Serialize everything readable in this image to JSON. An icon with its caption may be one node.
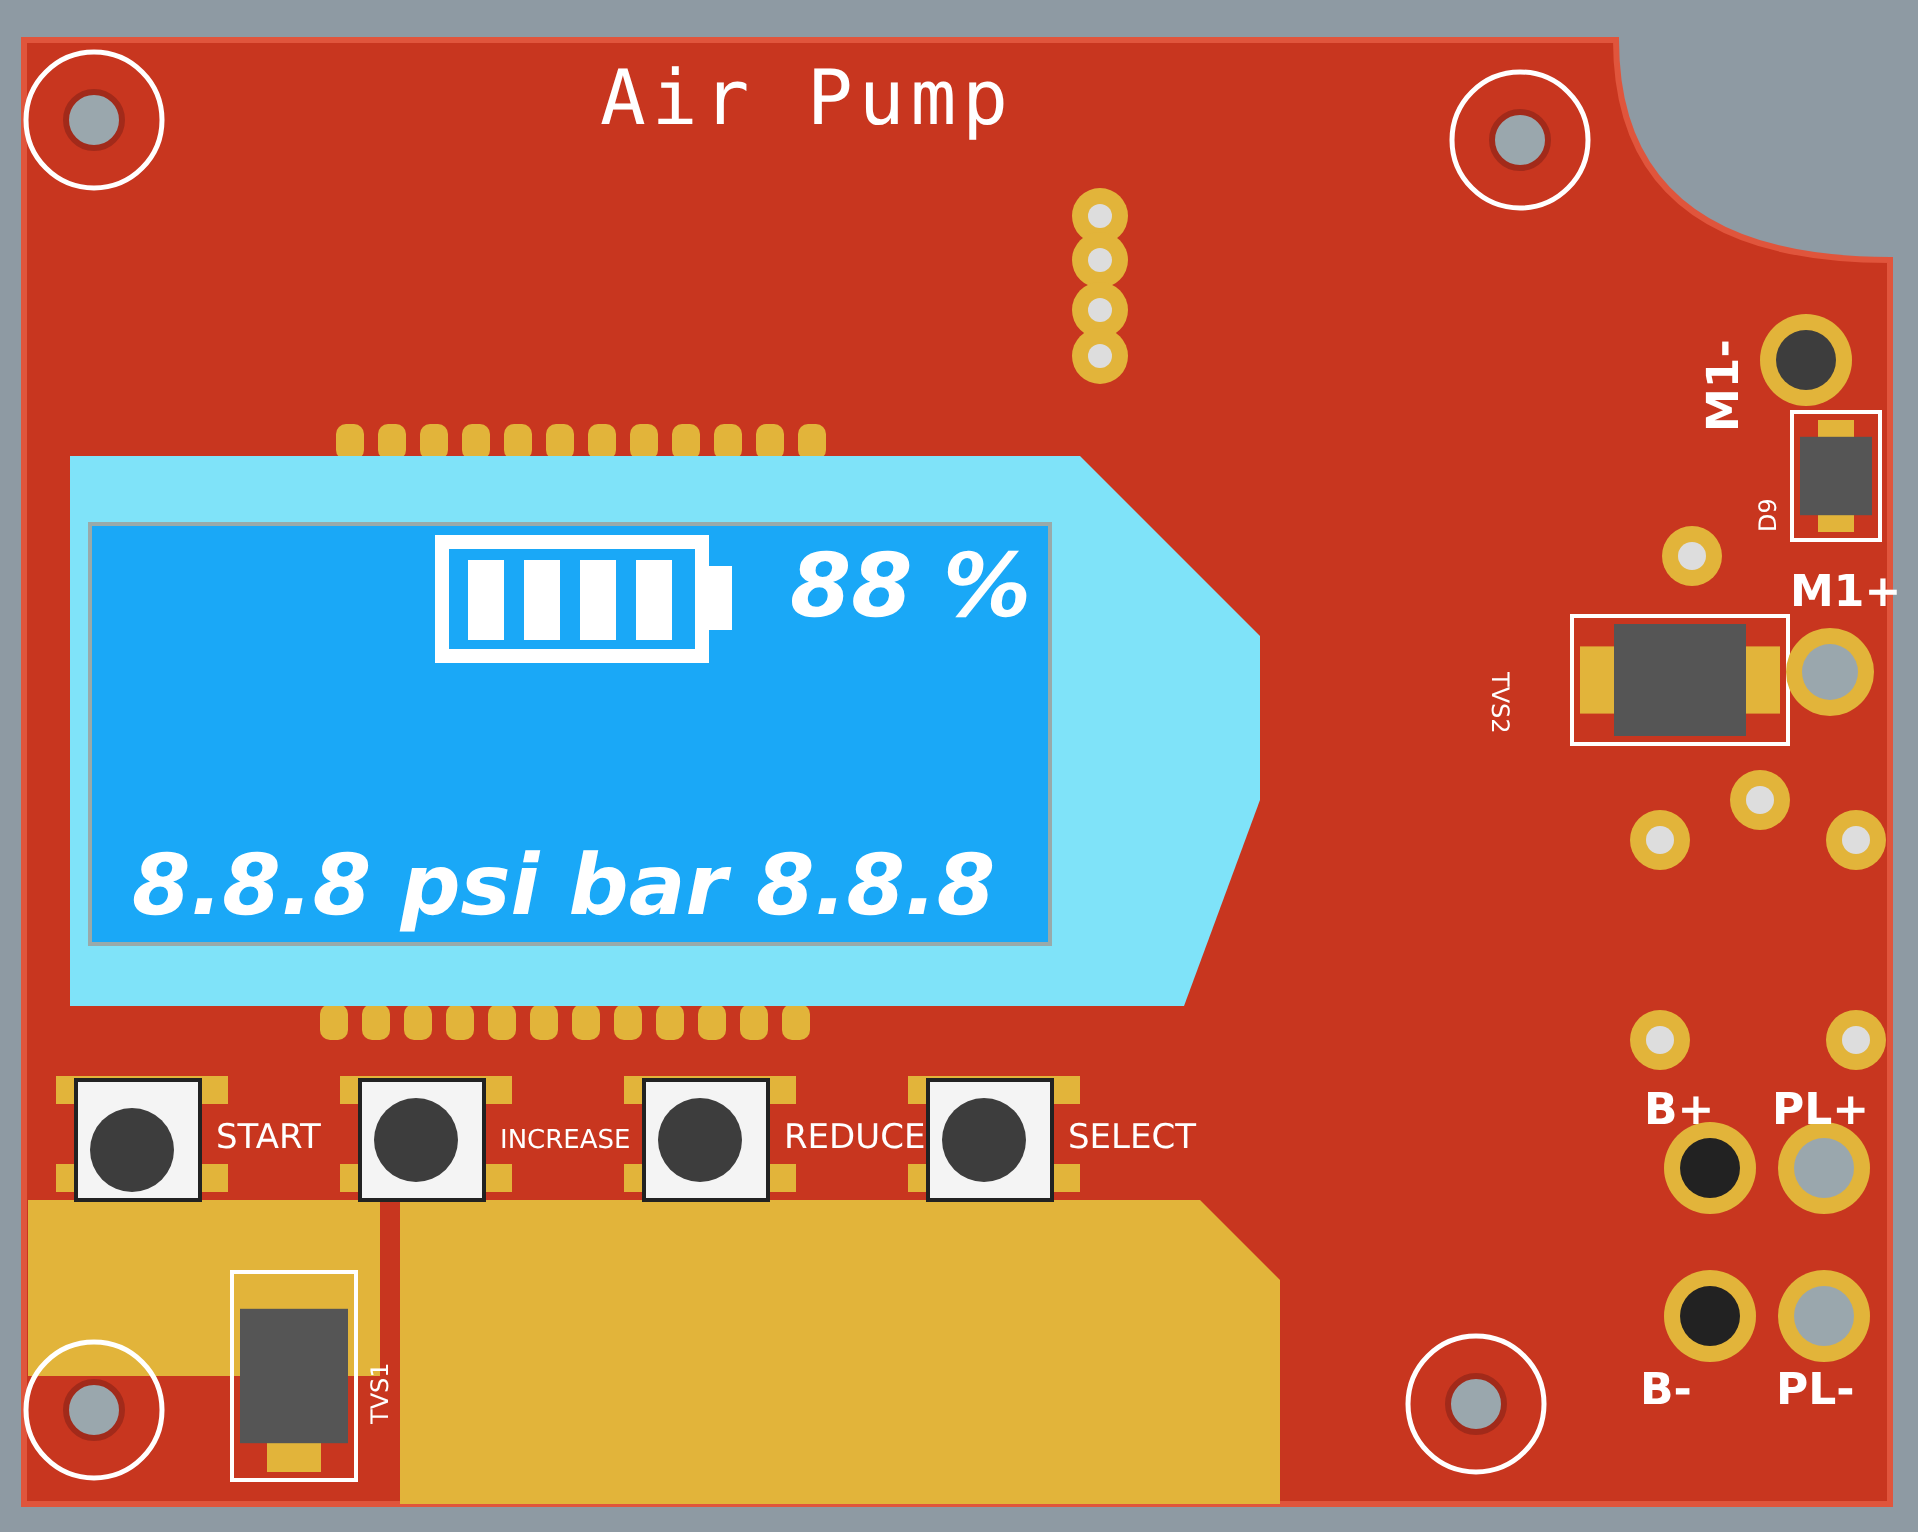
{
  "diagram": {
    "title": "Air Pump",
    "labels": [
      "M1-",
      "D9",
      "88 %",
      "M1+",
      "TVS2",
      "8.8.8 psi bar 8.8.8",
      "START",
      "INCREASE",
      "REDUCE",
      "SELECT",
      "B+",
      "PL+",
      "B-",
      "PL-",
      "TVS1"
    ]
  }
}
